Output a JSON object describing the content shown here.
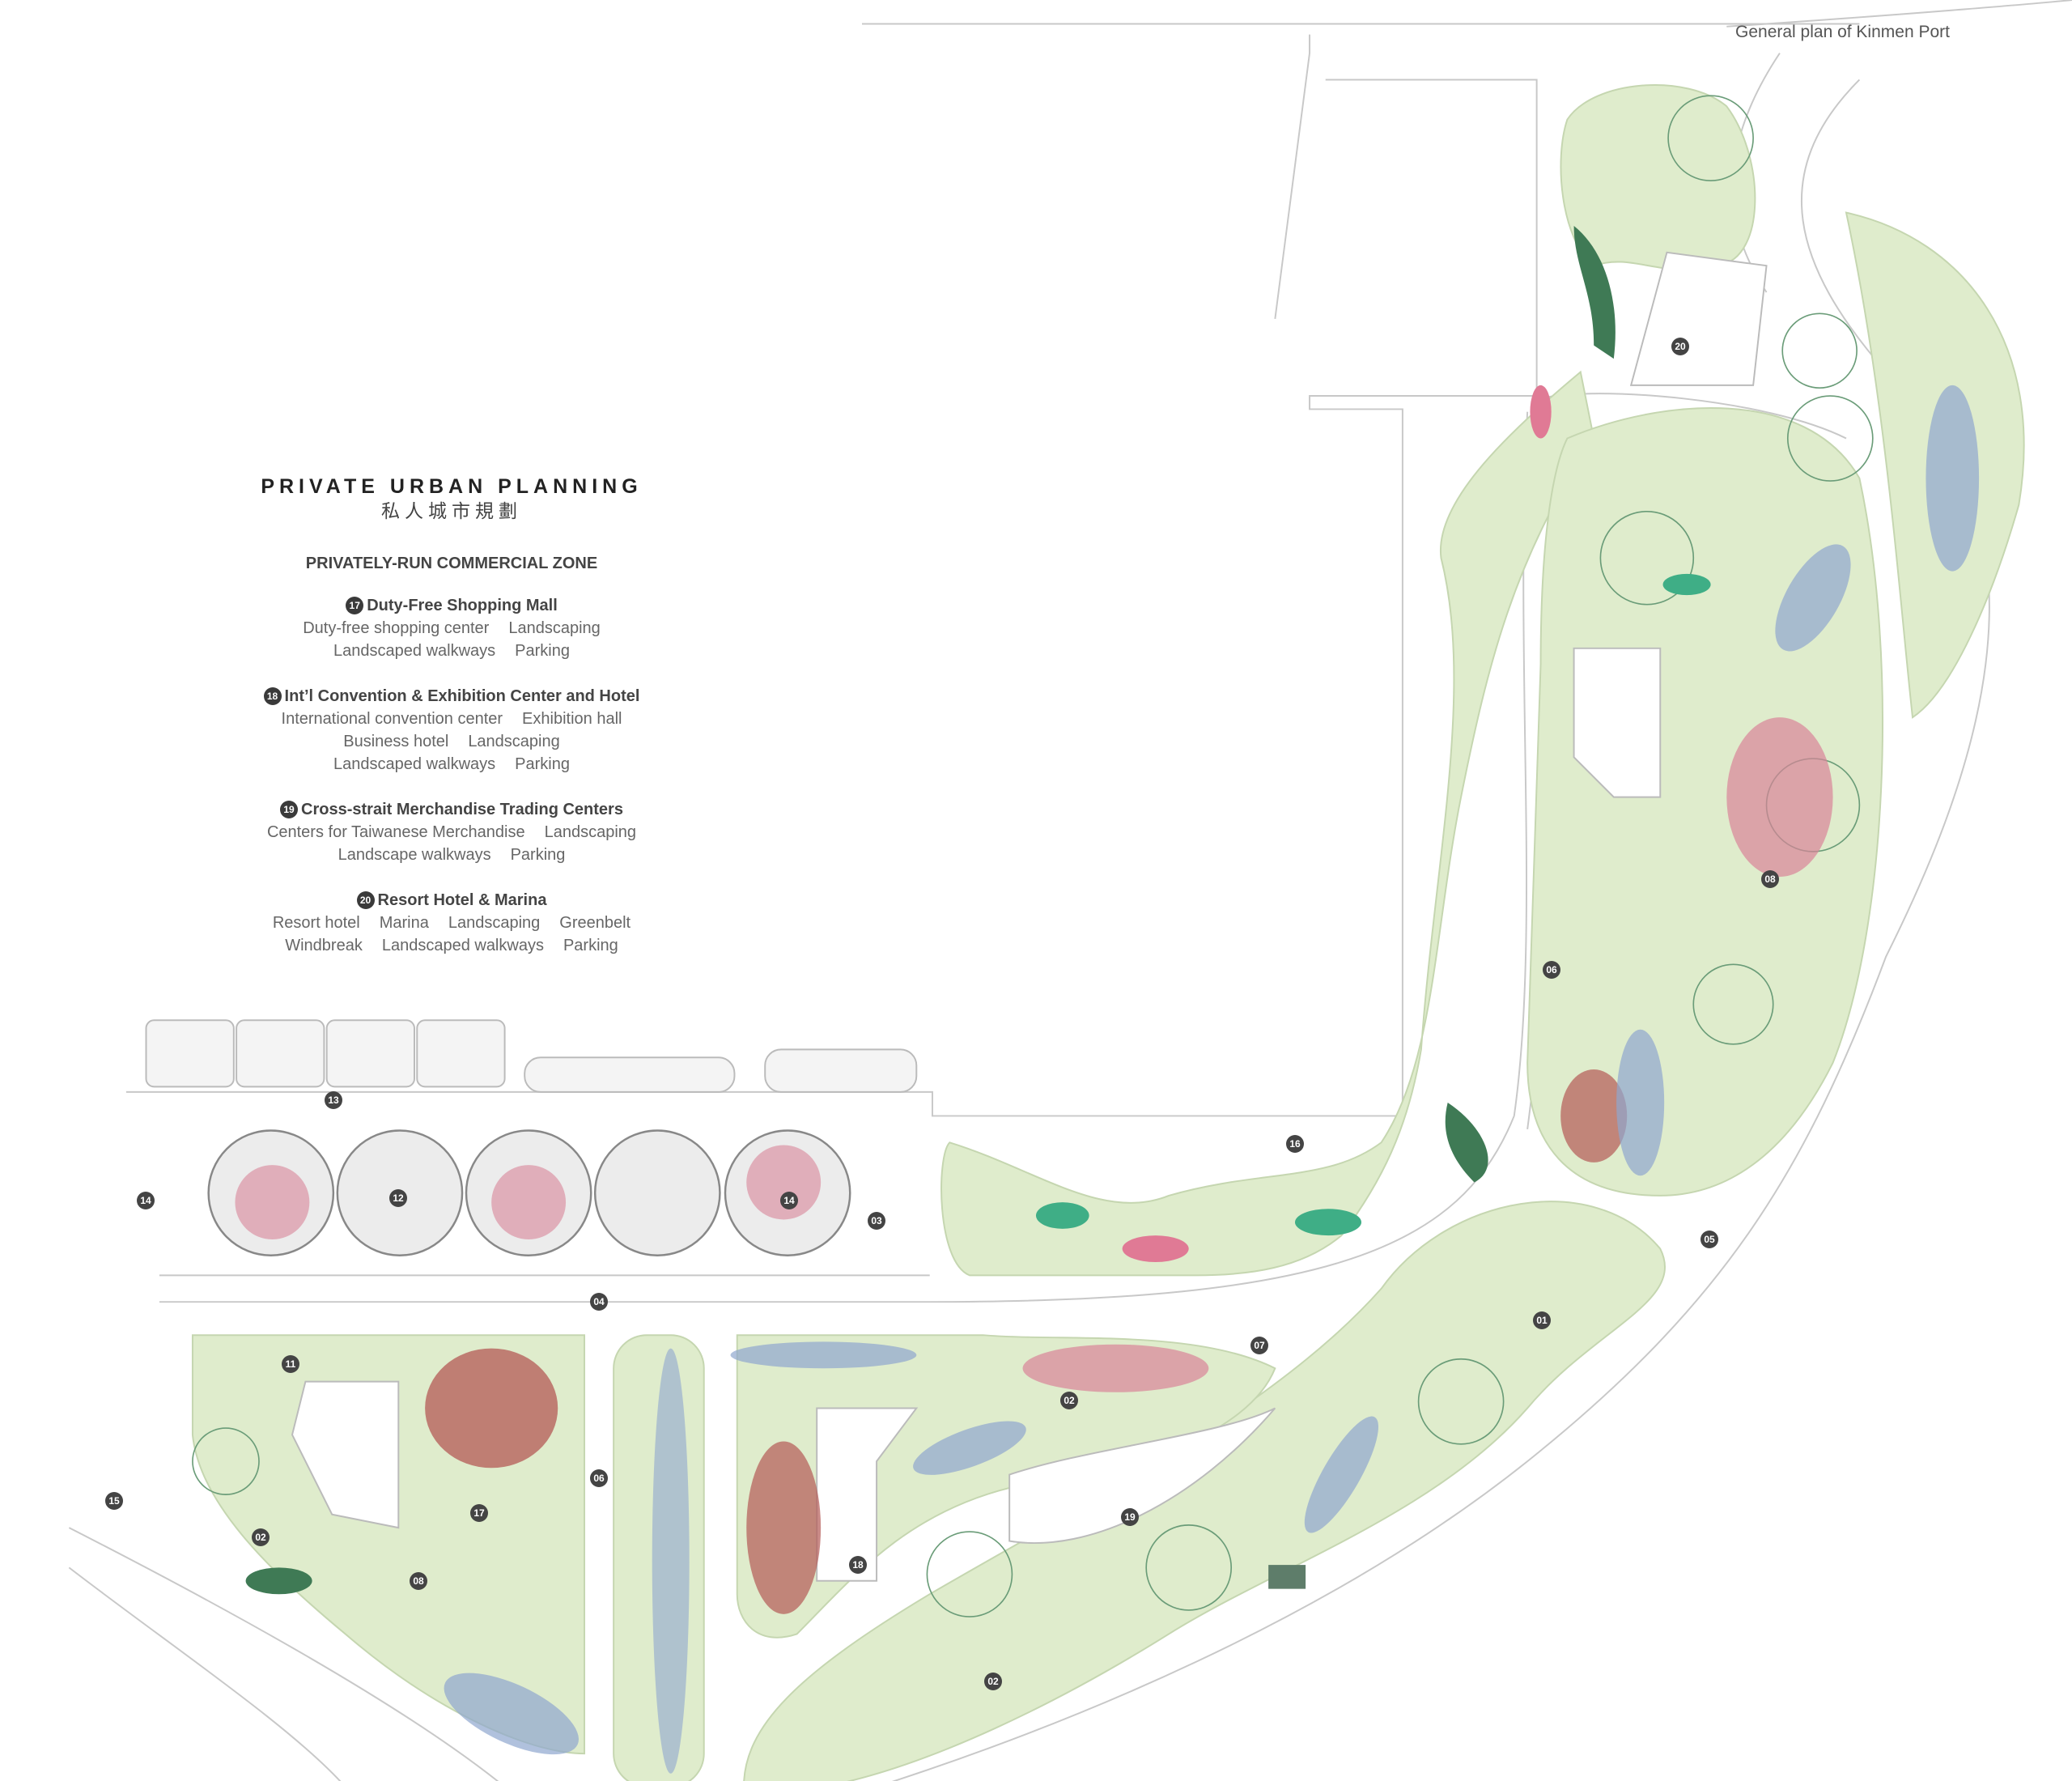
{
  "caption": "General plan of Kinmen Port",
  "legend": {
    "title": "PRIVATE URBAN PLANNING",
    "title_cn": "私人城市規劃",
    "zone": "PRIVATELY-RUN COMMERCIAL ZONE",
    "blocks": [
      {
        "num": "17",
        "heading": "Duty-Free Shopping Mall",
        "lines": [
          [
            "Duty-free shopping center",
            "Landscaping"
          ],
          [
            "Landscaped walkways",
            "Parking"
          ]
        ]
      },
      {
        "num": "18",
        "heading": "Int’l Convention & Exhibition Center and Hotel",
        "lines": [
          [
            "International convention center",
            "Exhibition hall"
          ],
          [
            "Business hotel",
            "Landscaping"
          ],
          [
            "Landscaped walkways",
            "Parking"
          ]
        ]
      },
      {
        "num": "19",
        "heading": "Cross-strait Merchandise Trading Centers",
        "lines": [
          [
            "Centers for Taiwanese Merchandise",
            "Landscaping"
          ],
          [
            "Landscape walkways",
            "Parking"
          ]
        ]
      },
      {
        "num": "20",
        "heading": "Resort Hotel & Marina",
        "lines": [
          [
            "Resort hotel",
            "Marina",
            "Landscaping",
            "Greenbelt"
          ],
          [
            "Windbreak",
            "Landscaped walkways",
            "Parking"
          ]
        ]
      }
    ]
  },
  "map_labels": [
    "13",
    "14",
    "12",
    "14",
    "03",
    "04",
    "16",
    "20",
    "06",
    "08",
    "05",
    "01",
    "07",
    "02",
    "19",
    "18",
    "02",
    "11",
    "06",
    "17",
    "15",
    "02",
    "08"
  ],
  "colors": {
    "green": "#dfeccc",
    "green_dark": "#3f7a55",
    "teal": "#3fae86",
    "pink": "#e07a95",
    "blue": "#8fa6cf",
    "line": "#c8c8c8"
  }
}
